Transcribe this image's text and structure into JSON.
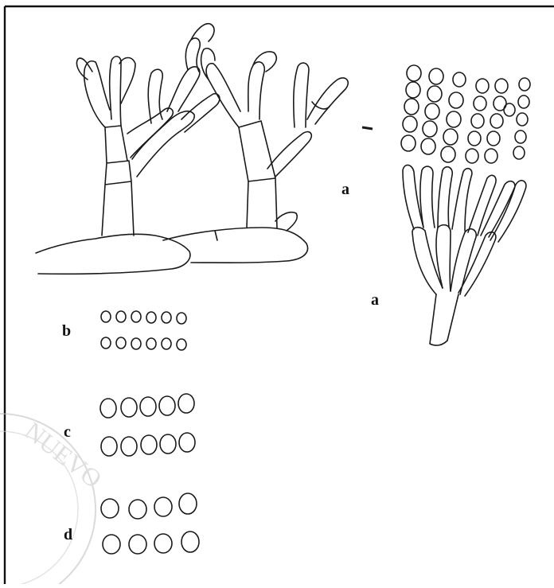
{
  "figure": {
    "labels": {
      "a_upper": "a",
      "a_lower": "a",
      "b": "b",
      "c": "c",
      "d": "d"
    },
    "watermark": {
      "text": "NUEVO",
      "color": "#c9c9c9"
    },
    "colors": {
      "ink": "#1a1a1a",
      "background": "#ffffff"
    }
  }
}
